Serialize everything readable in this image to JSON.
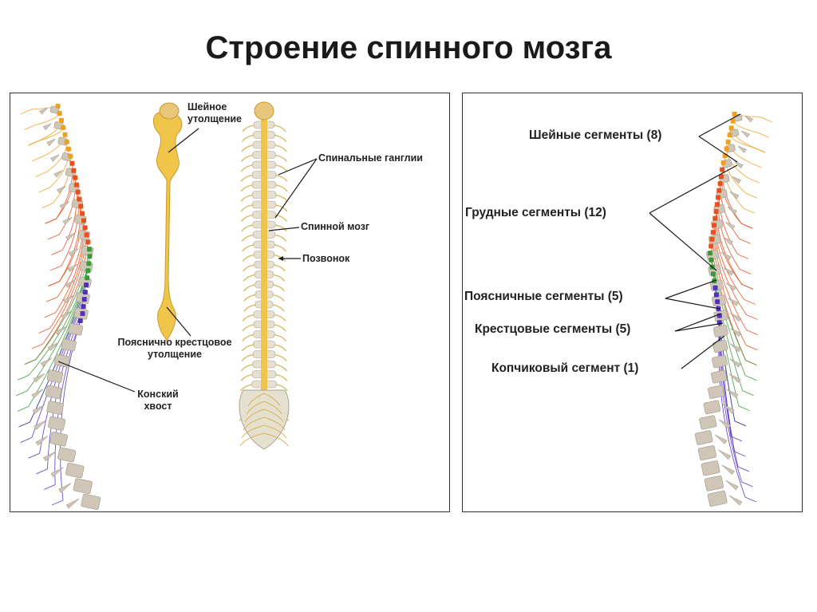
{
  "slide": {
    "title": "Строение спинного мозга"
  },
  "left_panel": {
    "labels": {
      "cervical_enlargement_1": "Шейное",
      "cervical_enlargement_2": "утолщение",
      "lumbosacral_enlargement_1": "Пояснично крестцовое",
      "lumbosacral_enlargement_2": "утолщение",
      "cauda_equina_1": "Конский",
      "cauda_equina_2": "хвост",
      "spinal_ganglia": "Спинальные ганглии",
      "spinal_cord": "Спинной мозг",
      "vertebra": "Позвонок"
    }
  },
  "right_panel": {
    "labels": {
      "cervical_segments": "Шейные сегменты (8)",
      "thoracic_segments": "Грудные сегменты (12)",
      "lumbar_segments": "Поясничные сегменты (5)",
      "sacral_segments": "Крестцовые сегменты (5)",
      "coccygeal_segment": "Копчиковый сегмент (1)"
    },
    "segment_counts": {
      "cervical": 8,
      "thoracic": 12,
      "lumbar": 5,
      "sacral": 5,
      "coccygeal": 1
    }
  },
  "colors": {
    "bone": "#cfc6b8",
    "bone_edge": "#a99f91",
    "cord": "#f0c64a",
    "cervical": "#f0a020",
    "thoracic": "#e8501e",
    "lumbar": "#3a9a3a",
    "sacral": "#5530c0",
    "leader_line": "#1a1a1a"
  }
}
